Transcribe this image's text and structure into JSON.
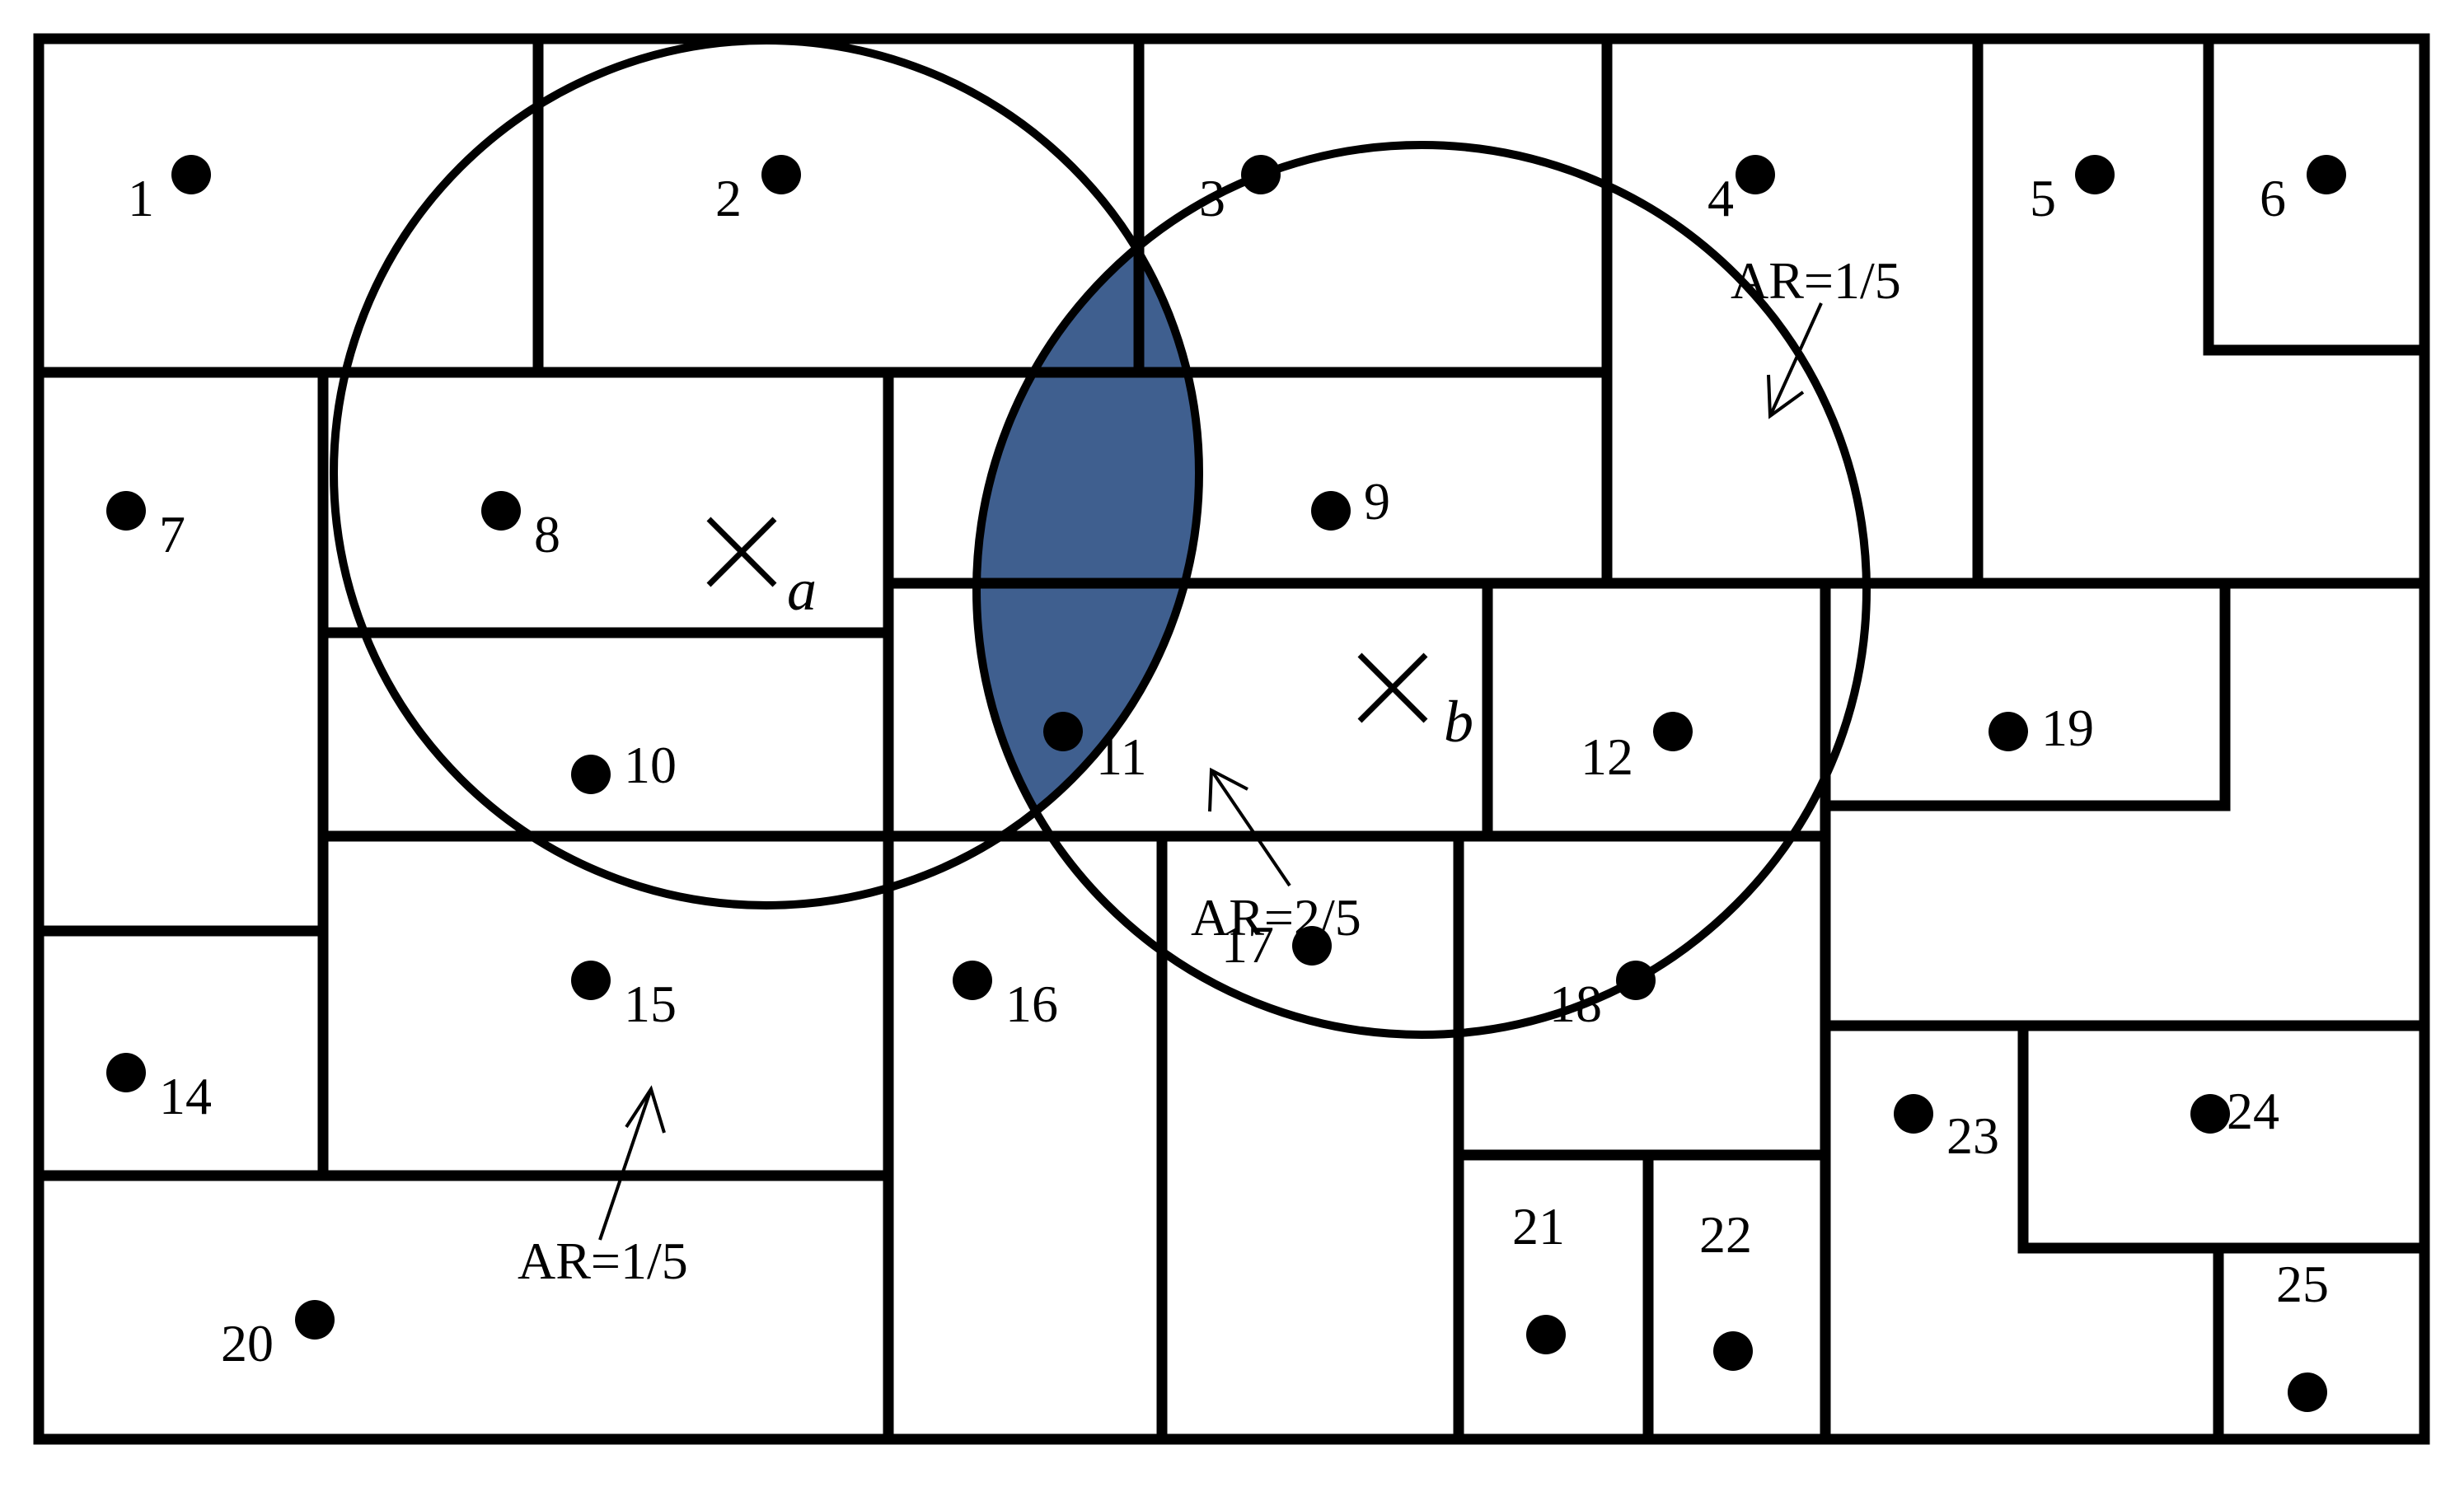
{
  "colors": {
    "line": "#000000",
    "overlap_fill": "#3f5f8f",
    "background": "#ffffff"
  },
  "cells": [
    {
      "label": "1"
    },
    {
      "label": "2"
    },
    {
      "label": "3"
    },
    {
      "label": "4"
    },
    {
      "label": "5"
    },
    {
      "label": "6"
    },
    {
      "label": "7"
    },
    {
      "label": "8"
    },
    {
      "label": "9"
    },
    {
      "label": "10"
    },
    {
      "label": "11"
    },
    {
      "label": "12"
    },
    {
      "label": "19"
    },
    {
      "label": "14"
    },
    {
      "label": "15"
    },
    {
      "label": "16"
    },
    {
      "label": "17"
    },
    {
      "label": "18"
    },
    {
      "label": "20"
    },
    {
      "label": "21"
    },
    {
      "label": "22"
    },
    {
      "label": "23"
    },
    {
      "label": "24"
    },
    {
      "label": "25"
    }
  ],
  "centers": {
    "a": "a",
    "b": "b"
  },
  "annotations": {
    "ar_circle_b": "AR=1/5",
    "ar_overlap": "AR=2/5",
    "ar_circle_a": "AR=1/5"
  }
}
